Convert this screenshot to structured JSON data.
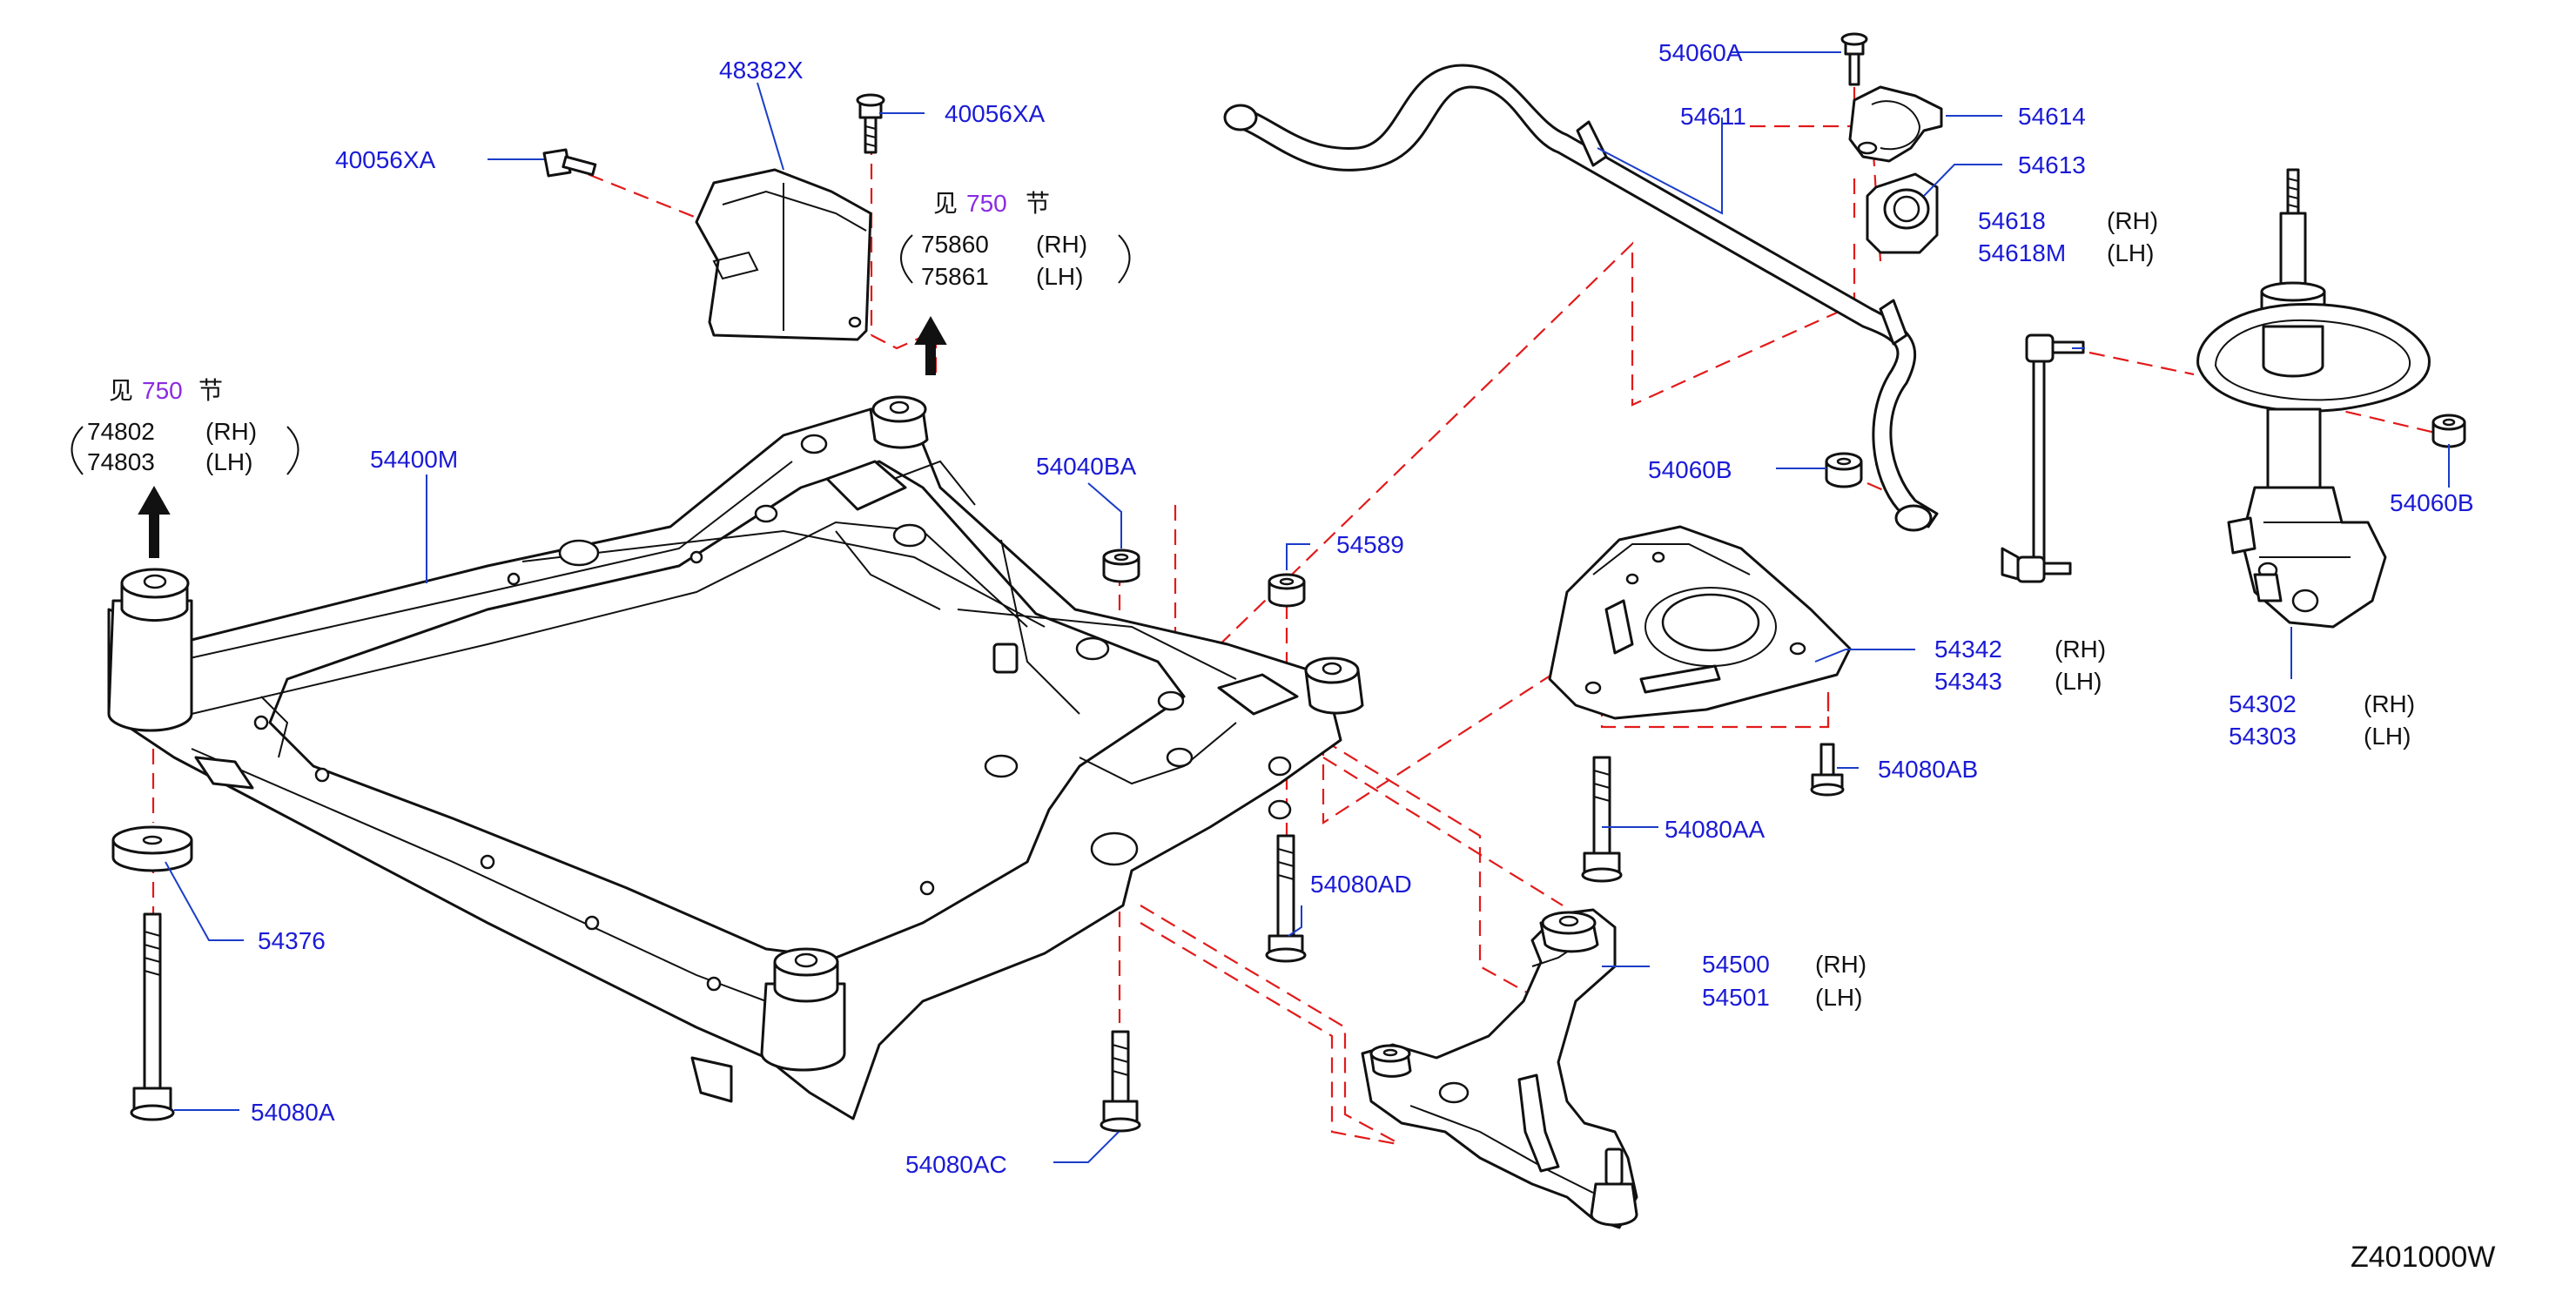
{
  "diagram_code": "Z401000W",
  "colors": {
    "label": "#1a1ad6",
    "reference": "#8a2be2",
    "dashed_line": "#e21a1a",
    "outline": "#111111"
  },
  "references": [
    {
      "prefix": "见",
      "section": "750",
      "suffix": "节",
      "part_rh": "74802",
      "side_rh": "(RH)",
      "part_lh": "74803",
      "side_lh": "(LH)"
    },
    {
      "prefix": "见",
      "section": "750",
      "suffix": "节",
      "part_rh": "75860",
      "side_rh": "(RH)",
      "part_lh": "75861",
      "side_lh": "(LH)"
    }
  ],
  "labels": {
    "p48382X": "48382X",
    "p40056XA_top": "40056XA",
    "p40056XA_left": "40056XA",
    "p54400M": "54400M",
    "p54040BA": "54040BA",
    "p54589": "54589",
    "p54376": "54376",
    "p54080A": "54080A",
    "p54080AC": "54080AC",
    "p54080AD": "54080AD",
    "p54060A": "54060A",
    "p54611": "54611",
    "p54614": "54614",
    "p54613": "54613",
    "p54618": "54618",
    "p54618_side": "(RH)",
    "p54618M": "54618M",
    "p54618M_side": "(LH)",
    "p54060B_mid": "54060B",
    "p54060B_right": "54060B",
    "p54342": "54342",
    "p54342_side": "(RH)",
    "p54343": "54343",
    "p54343_side": "(LH)",
    "p54080AB": "54080AB",
    "p54080AA": "54080AA",
    "p54500": "54500",
    "p54500_side": "(RH)",
    "p54501": "54501",
    "p54501_side": "(LH)",
    "p54302": "54302",
    "p54302_side": "(RH)",
    "p54303": "54303",
    "p54303_side": "(LH)"
  }
}
